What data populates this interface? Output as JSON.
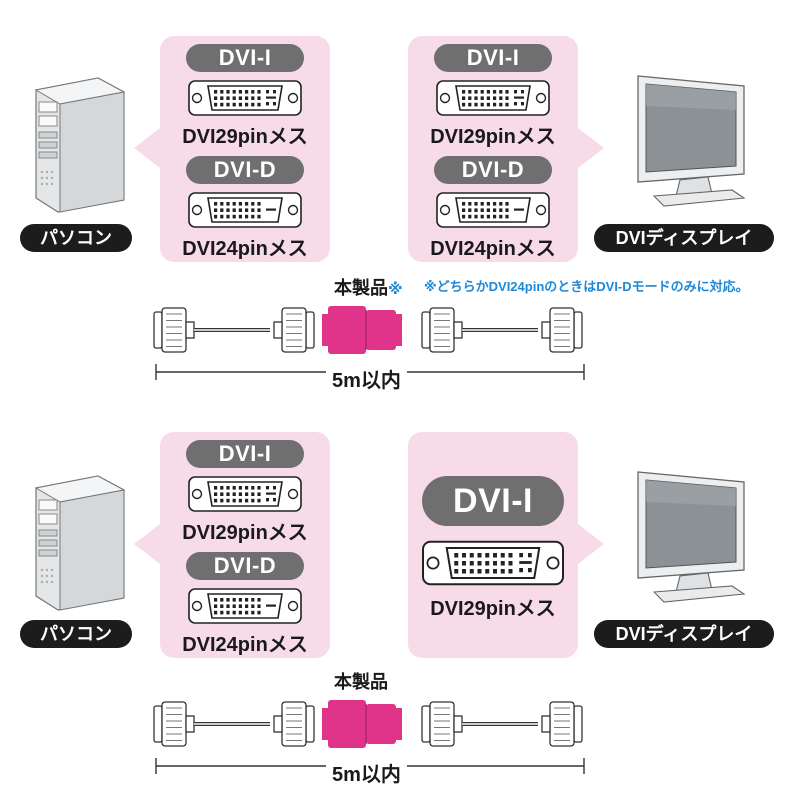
{
  "devices": {
    "pc_label": "パソコン",
    "display_label": "DVIディスプレイ"
  },
  "top": {
    "left_panel": {
      "items": [
        {
          "pill": "DVI-I",
          "caption": "DVI29pinメス"
        },
        {
          "pill": "DVI-D",
          "caption": "DVI24pinメス"
        }
      ]
    },
    "right_panel": {
      "items": [
        {
          "pill": "DVI-I",
          "caption": "DVI29pinメス"
        },
        {
          "pill": "DVI-D",
          "caption": "DVI24pinメス"
        }
      ]
    },
    "product_label": "本製品",
    "product_mark": "※",
    "note": "※どちらかDVI24pinのときはDVI-Dモードのみに対応。",
    "length": "5m以内"
  },
  "bottom": {
    "left_panel": {
      "items": [
        {
          "pill": "DVI-I",
          "caption": "DVI29pinメス"
        },
        {
          "pill": "DVI-D",
          "caption": "DVI24pinメス"
        }
      ]
    },
    "right_panel": {
      "items": [
        {
          "pill": "DVI-I",
          "caption": "DVI29pinメス"
        }
      ]
    },
    "product_label": "本製品",
    "length": "5m以内"
  },
  "colors": {
    "panel": "#f8dbe8",
    "pill": "#6f6f6f",
    "adapter": "#e0348a",
    "note": "#1e88d6"
  }
}
